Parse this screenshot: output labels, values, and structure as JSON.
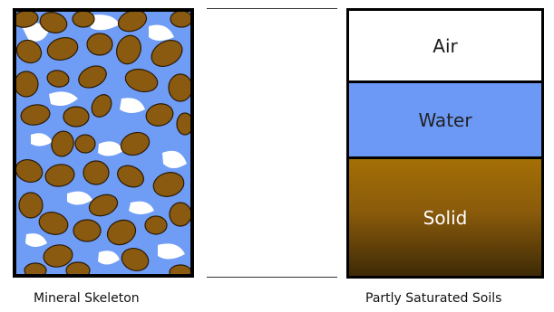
{
  "skeleton": {
    "caption": "Mineral Skeleton",
    "colors": {
      "pore_water": "#6f9cf5",
      "pore_air": "#ffffff",
      "grain": "#8a5a10",
      "grain_outline": "#2a1a05"
    }
  },
  "phases": {
    "caption": "Partly Saturated Soils",
    "air_label": "Air",
    "water_label": "Water",
    "solid_label": "Solid",
    "colors": {
      "air": "#ffffff",
      "water": "#6c99f6",
      "solid_top": "#a46f06",
      "solid_bottom": "#3e2a06"
    }
  }
}
